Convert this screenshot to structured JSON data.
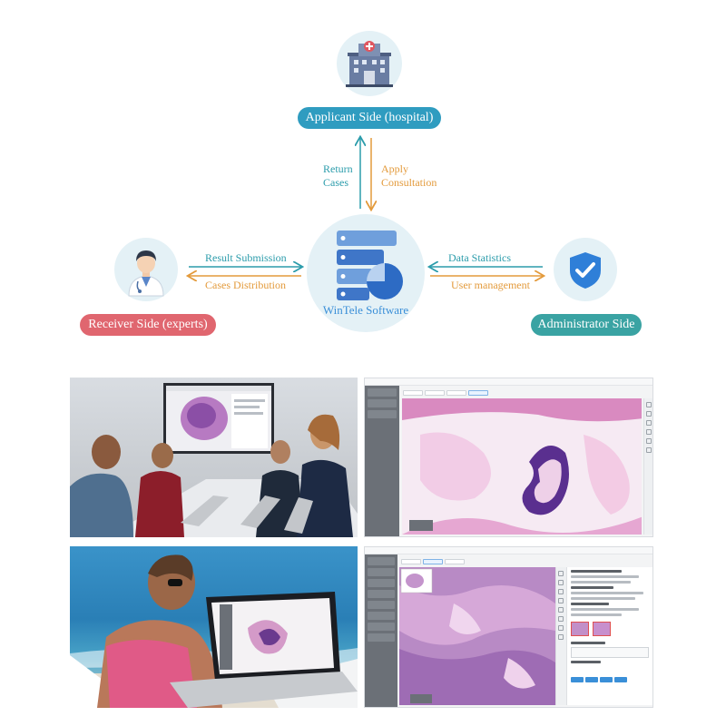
{
  "nodes": {
    "applicant": {
      "label": "Applicant Side (hospital)",
      "color": "#2f9cc0",
      "icon": "hospital-icon"
    },
    "receiver": {
      "label": "Receiver Side (experts)",
      "color": "#e0666f",
      "icon": "doctor-icon"
    },
    "center": {
      "label": "WinTele Software",
      "color": "#3a8fd8",
      "icon": "server-icon"
    },
    "admin": {
      "label": "Administrator Side",
      "color": "#3aa3a3",
      "icon": "shield-check-icon"
    }
  },
  "flows": {
    "return_cases": "Return\nCases",
    "apply_consultation": "Apply\nConsultation",
    "result_submission": "Result Submission",
    "cases_distribution": "Cases Distribution",
    "data_statistics": "Data Statistics",
    "user_management": "User management"
  },
  "colors": {
    "teal": "#2b9cab",
    "orange": "#e39a3b",
    "circle_bg": "#e4f1f6",
    "tissue_pink": "#e8a6cf",
    "tissue_purple": "#7b4fa8"
  },
  "photos": {
    "meeting": "meeting-room-photo",
    "beach": "beach-laptop-photo",
    "viewer_top": "pathology-viewer-screenshot",
    "viewer_bottom": "pathology-consultation-screenshot"
  }
}
